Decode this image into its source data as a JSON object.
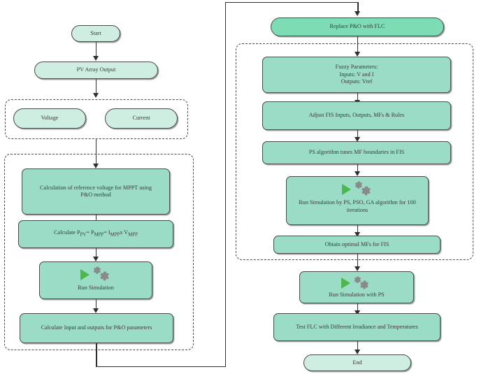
{
  "diagram": {
    "title": "MPPT P&O to Fuzzy Logic Controller optimization flowchart",
    "colors": {
      "node_light": "#cdeee0",
      "node_mid": "#9adcc6",
      "node_deep": "#7edcb4",
      "stroke": "#4a4a4a",
      "connector": "#2f2f2f",
      "play_green": "#4cb84c",
      "gear_gray": "#8a8a8a"
    }
  },
  "left_column": {
    "start": "Start",
    "pv_array_output": "PV Array Output",
    "sensing_group": {
      "voltage": "Voltage",
      "current": "Current"
    },
    "po_group": {
      "calc_vref_line1": "Calculation of reference voltage for MPPT using",
      "calc_vref_line2": "P&O method",
      "calc_power_prefix": "Calculate P",
      "calc_power_sub1": "PV",
      "calc_power_eq1": "= P",
      "calc_power_sub2": "MPP",
      "calc_power_eq2": "= I",
      "calc_power_sub3": "MPP",
      "calc_power_x": "x V",
      "calc_power_sub4": "MPP",
      "run_simulation": "Run Simulation",
      "calc_io": "Calculate Input and outputs for P&O parameters"
    }
  },
  "right_column": {
    "replace_po": "Replace P&O with FLC",
    "flc_group": {
      "fuzzy_params_line1": "Fuzzy Parameters:",
      "fuzzy_params_line2": "Inputs: V and I",
      "fuzzy_params_line3": "Outputs:  Vref",
      "adjust_fis": "Adjust FIS Inputs, Outputs, MFs & Rules",
      "ps_tunes": "PS algorithm tunes MF boundaries in FIS",
      "run_sim_algos_line1": "Run Simulation by PS, PSO, GA algorithm for 100",
      "run_sim_algos_line2": "iterations",
      "obtain_mfs": "Obtain optimal MFs for FIS"
    },
    "run_sim_ps": "Run Simulation with PS",
    "test_flc": "Test FLC with Different Irradiance and Temperatures",
    "end": "End"
  },
  "icons": {
    "play": "play-icon",
    "gears": "gears-icon"
  }
}
